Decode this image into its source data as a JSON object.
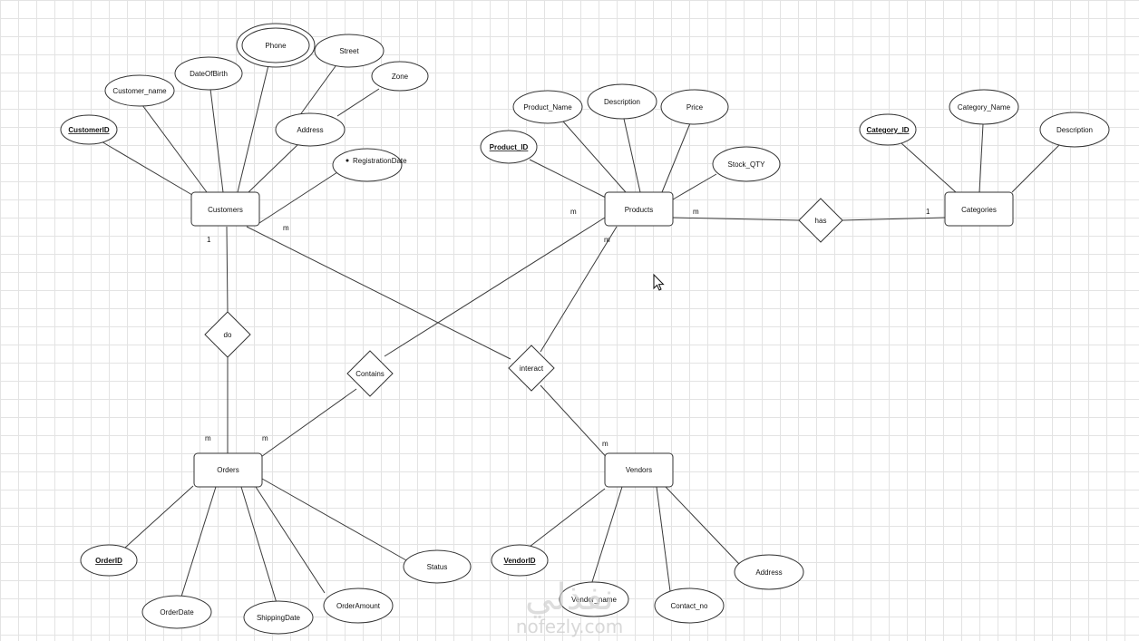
{
  "entities": [
    {
      "id": "customers",
      "label": "Customers"
    },
    {
      "id": "products",
      "label": "Products"
    },
    {
      "id": "categories",
      "label": "Categories"
    },
    {
      "id": "orders",
      "label": "Orders"
    },
    {
      "id": "vendors",
      "label": "Vendors"
    }
  ],
  "relationships": [
    {
      "id": "has",
      "label": "has"
    },
    {
      "id": "do",
      "label": "do"
    },
    {
      "id": "contains",
      "label": "Contains"
    },
    {
      "id": "interact",
      "label": "interact"
    }
  ],
  "attributes": [
    {
      "id": "customerid",
      "label": "CustomerID",
      "key": true
    },
    {
      "id": "customer_name",
      "label": "Customer_name"
    },
    {
      "id": "dateofbirth",
      "label": "DateOfBirth"
    },
    {
      "id": "phone",
      "label": "Phone",
      "multivalued": true
    },
    {
      "id": "street",
      "label": "Street"
    },
    {
      "id": "zone",
      "label": "Zone"
    },
    {
      "id": "address_c",
      "label": "Address"
    },
    {
      "id": "regdate",
      "label": "RegistrationDate"
    },
    {
      "id": "product_id",
      "label": "Product_ID",
      "key": true
    },
    {
      "id": "product_name",
      "label": "Product_Name"
    },
    {
      "id": "description_p",
      "label": "Description"
    },
    {
      "id": "price",
      "label": "Price"
    },
    {
      "id": "stock_qty",
      "label": "Stock_QTY"
    },
    {
      "id": "category_id",
      "label": "Category_ID",
      "key": true
    },
    {
      "id": "category_name",
      "label": "Category_Name"
    },
    {
      "id": "description_c",
      "label": "Description"
    },
    {
      "id": "orderid",
      "label": "OrderID",
      "key": true
    },
    {
      "id": "orderdate",
      "label": "OrderDate"
    },
    {
      "id": "shippingdate",
      "label": "ShippingDate"
    },
    {
      "id": "orderamount",
      "label": "OrderAmount"
    },
    {
      "id": "status",
      "label": "Status"
    },
    {
      "id": "vendorid",
      "label": "VendorID",
      "key": true
    },
    {
      "id": "vendor_name",
      "label": "Vendor_name"
    },
    {
      "id": "contact_no",
      "label": "Contact_no"
    },
    {
      "id": "address_v",
      "label": "Address"
    }
  ],
  "cardinalities": [
    "1",
    "m",
    "m",
    "m",
    "m",
    "1",
    "m",
    "m",
    "m"
  ],
  "watermark": {
    "arabic": "نفذلي",
    "latin": "nofezly.com"
  }
}
